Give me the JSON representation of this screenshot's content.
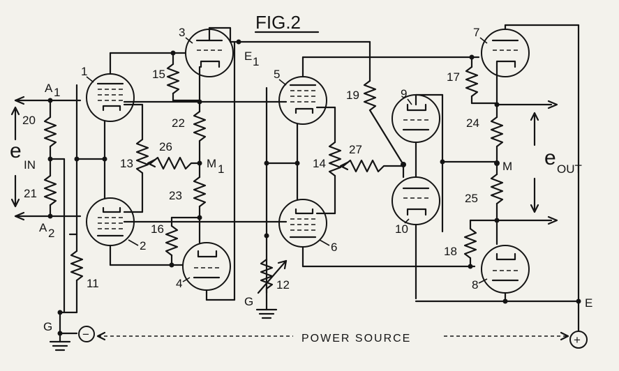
{
  "figure": {
    "title": "FIG.2",
    "power_source_label": "POWER SOURCE",
    "neg_symbol": "−",
    "pos_symbol": "+",
    "input_label_main": "e",
    "input_label_sub": "IN",
    "output_label_main": "e",
    "output_label_sub": "OUT"
  },
  "tubes": [
    {
      "id": "1",
      "label": "1"
    },
    {
      "id": "2",
      "label": "2"
    },
    {
      "id": "3",
      "label": "3"
    },
    {
      "id": "4",
      "label": "4"
    },
    {
      "id": "5",
      "label": "5"
    },
    {
      "id": "6",
      "label": "6"
    },
    {
      "id": "7",
      "label": "7"
    },
    {
      "id": "8",
      "label": "8"
    },
    {
      "id": "9",
      "label": "9"
    },
    {
      "id": "10",
      "label": "10"
    }
  ],
  "resistors": {
    "r11": "11",
    "r12": "12",
    "r13": "13",
    "r14": "14",
    "r15": "15",
    "r16": "16",
    "r17": "17",
    "r18": "18",
    "r19": "19",
    "r20": "20",
    "r21": "21",
    "r22": "22",
    "r23": "23",
    "r24": "24",
    "r25": "25",
    "r26": "26",
    "r27": "27"
  },
  "nodes": {
    "a1_main": "A",
    "a1_sub": "1",
    "a2_main": "A",
    "a2_sub": "2",
    "e1_main": "E",
    "e1_sub": "1",
    "m1_main": "M",
    "m1_sub": "1",
    "m": "M",
    "e": "E",
    "g_left": "G",
    "g_mid": "G"
  }
}
